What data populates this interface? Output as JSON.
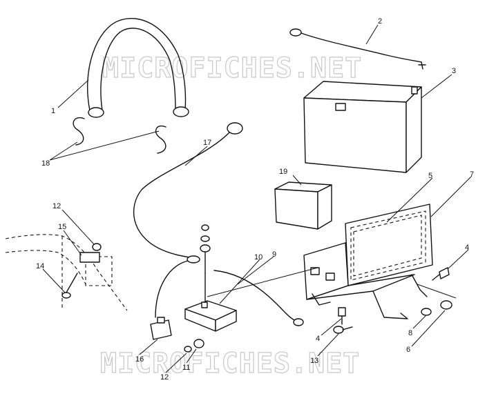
{
  "watermarks": [
    "MICROFICHES.NET",
    "MICROFICHES.NET"
  ],
  "callouts": {
    "c1": "1",
    "c2": "2",
    "c3": "3",
    "c4a": "4",
    "c4b": "4",
    "c5": "5",
    "c6": "6",
    "c7": "7",
    "c8": "8",
    "c9": "9",
    "c10": "10",
    "c11": "11",
    "c12a": "12",
    "c12b": "12",
    "c13": "13",
    "c14": "14",
    "c15": "15",
    "c16": "16",
    "c17": "17",
    "c18": "18",
    "c19": "19"
  }
}
